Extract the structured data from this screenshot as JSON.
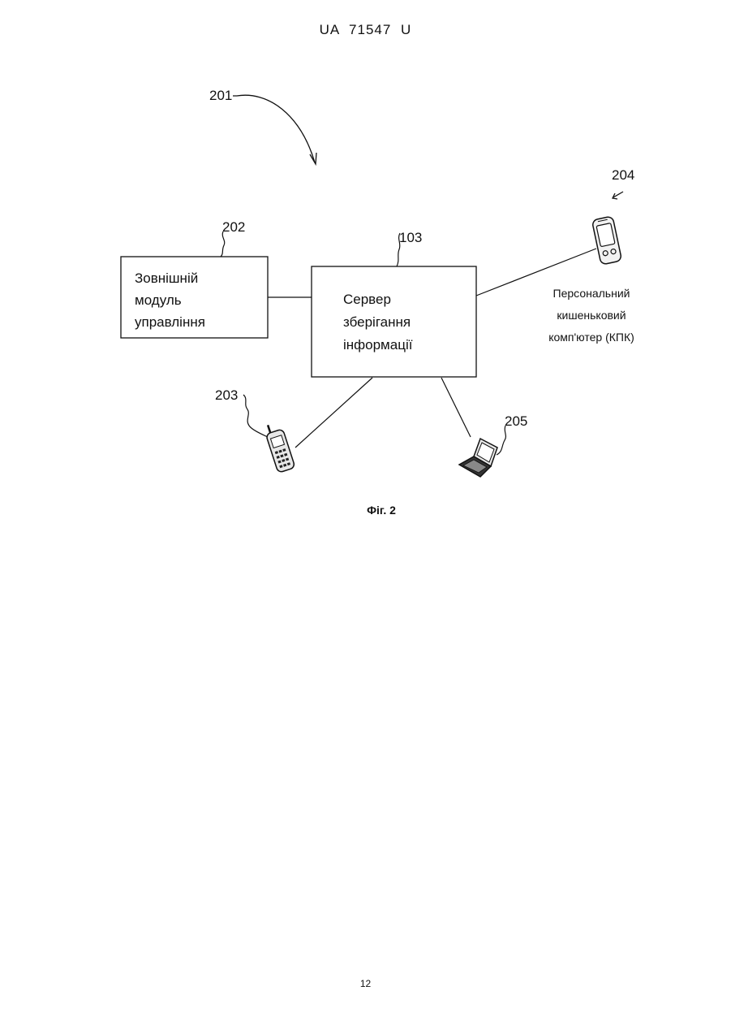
{
  "header": {
    "doc_id": "UA   71547   U"
  },
  "diagram": {
    "system_ref": "201",
    "external_module": {
      "ref": "202",
      "lines": [
        "Зовнішній",
        "модуль",
        "управління"
      ]
    },
    "server": {
      "ref": "103",
      "lines": [
        "Сервер",
        "зберігання",
        "інформації"
      ]
    },
    "phone": {
      "ref": "203"
    },
    "pda": {
      "ref": "204",
      "label_lines": [
        "Персональний",
        "кишеньковий",
        "комп'ютер (КПК)"
      ]
    },
    "laptop": {
      "ref": "205"
    }
  },
  "caption": "Фіг. 2",
  "page_number": "12"
}
